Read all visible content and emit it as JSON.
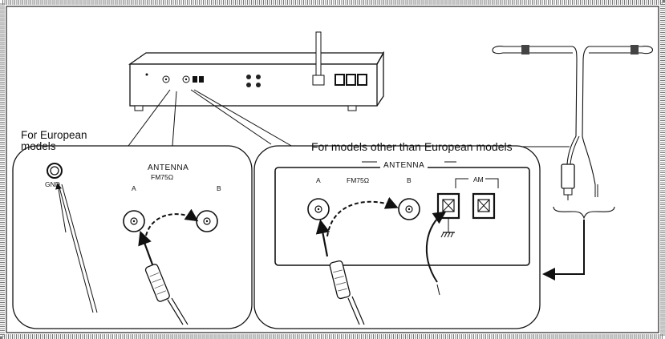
{
  "eu_label": {
    "line1": "For European",
    "line2": "models"
  },
  "other_label": "For models other than European models",
  "panel_eu": {
    "antenna": "ANTENNA",
    "fm": "FM75Ω",
    "terminal_a": "A",
    "terminal_b": "B",
    "ground": "GND"
  },
  "panel_other": {
    "antenna": "ANTENNA",
    "fm": "FM75Ω",
    "terminal_a": "A",
    "terminal_b": "B",
    "am": "AM"
  }
}
